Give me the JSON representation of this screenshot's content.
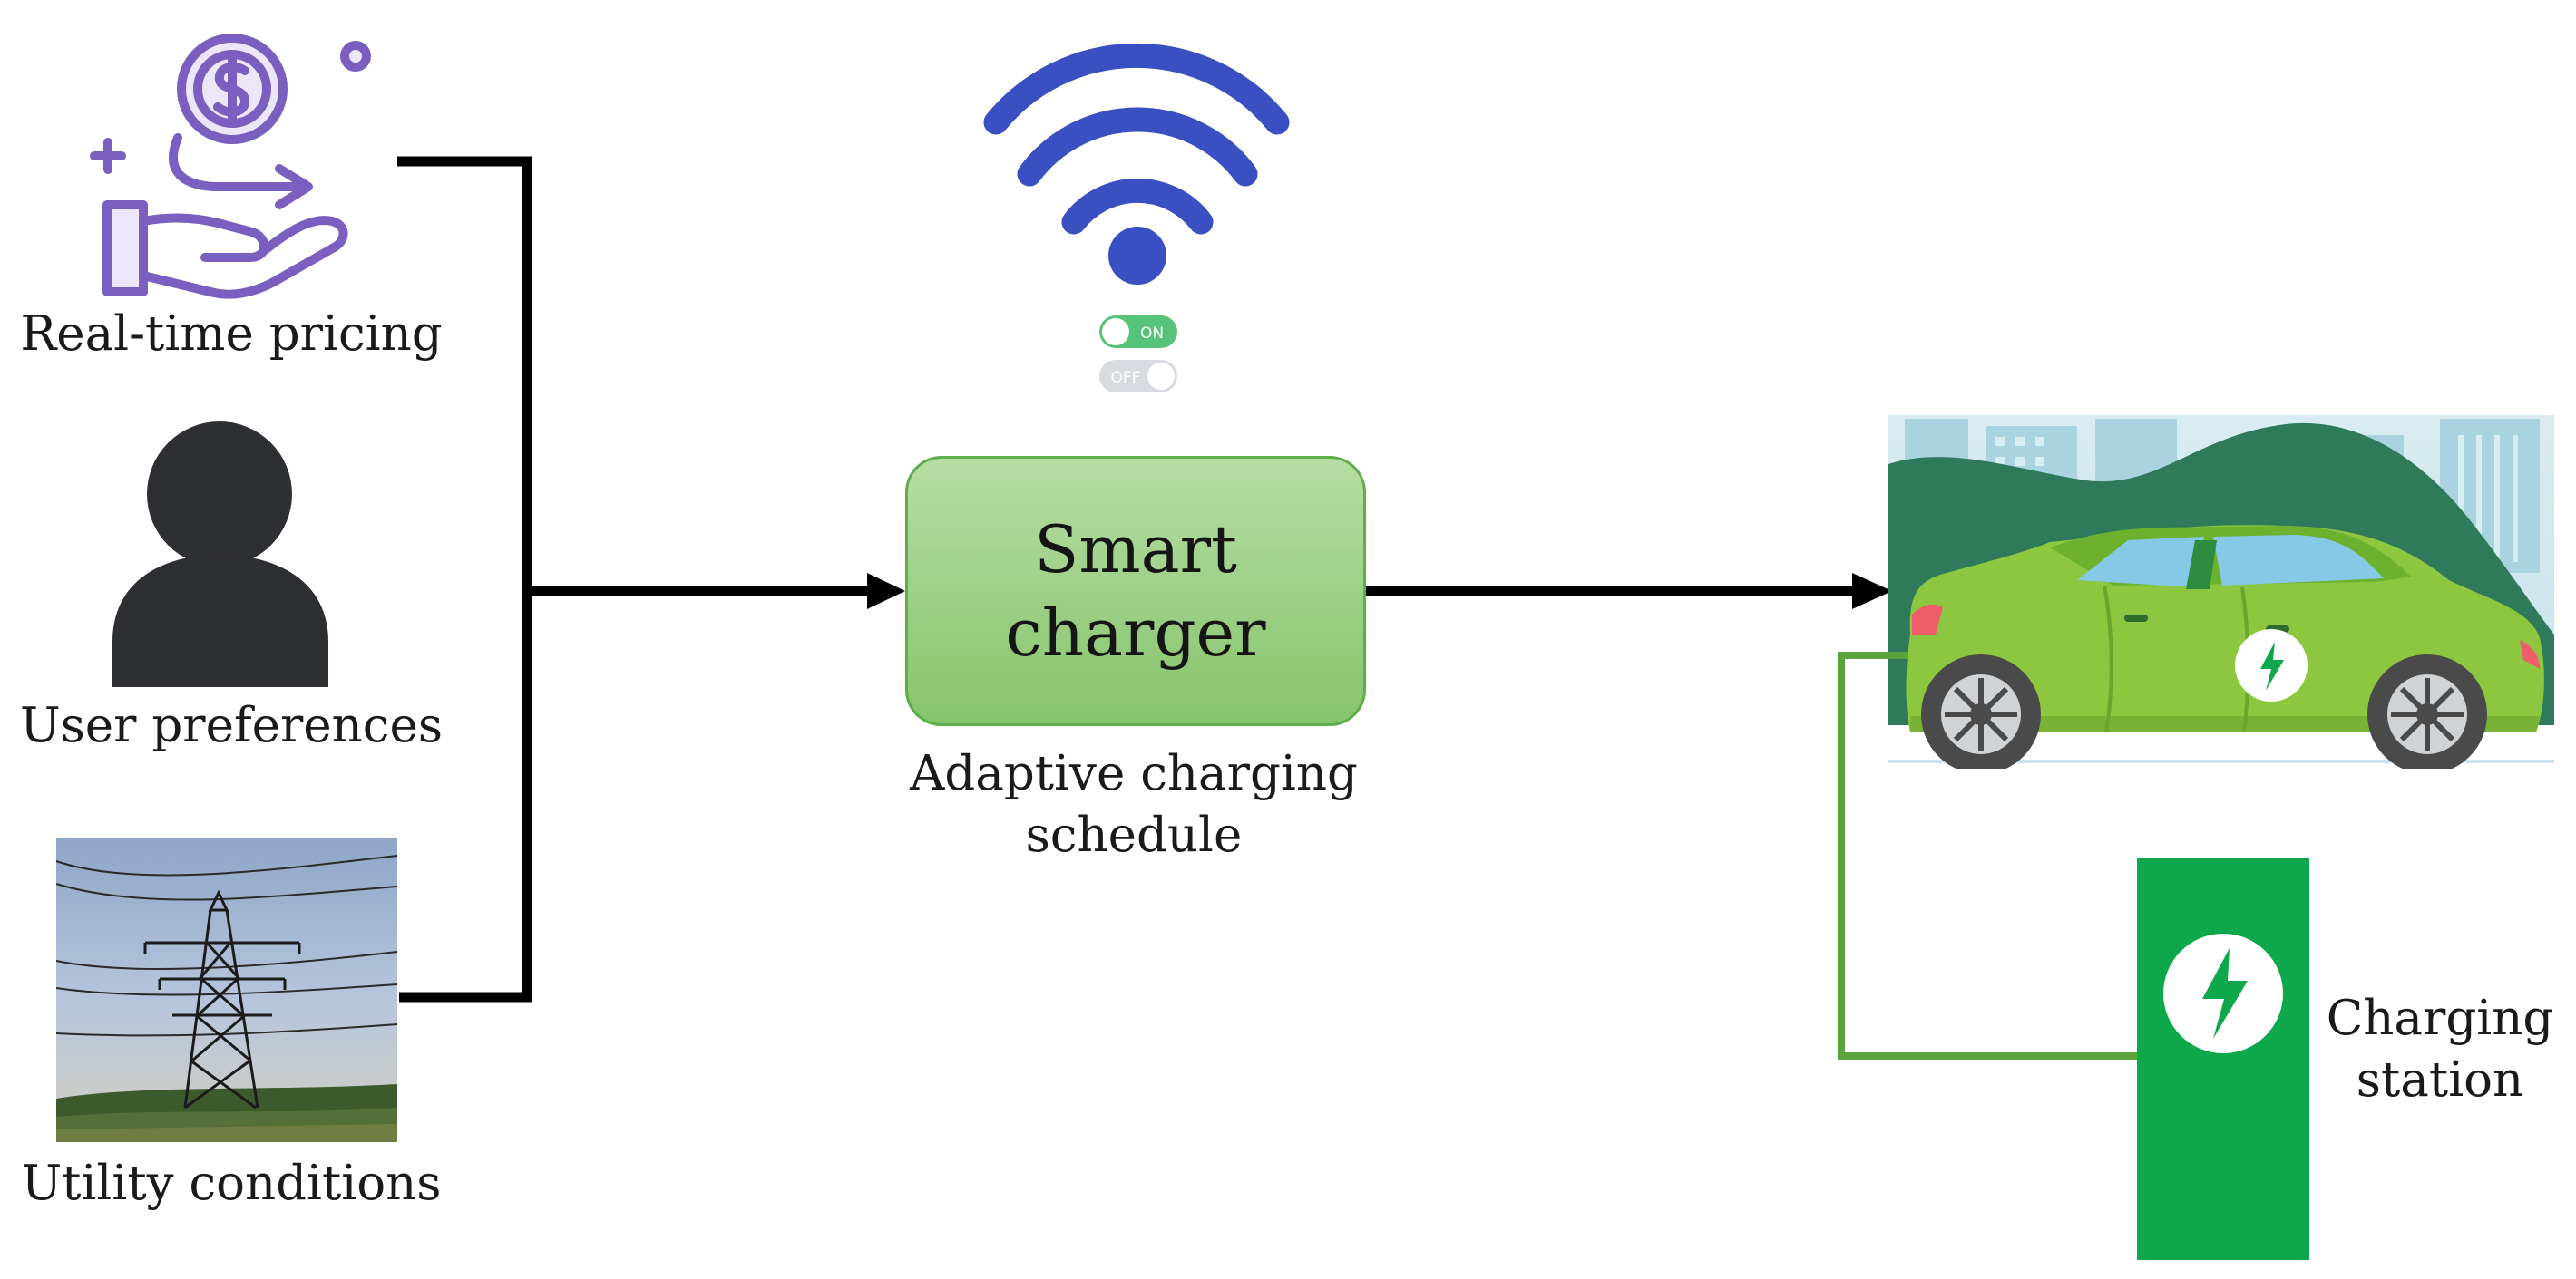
{
  "inputs": {
    "pricing_label": "Real-time pricing",
    "user_label": "User preferences",
    "utility_label": "Utility conditions"
  },
  "smart_charger": {
    "title": "Smart\ncharger",
    "caption": "Adaptive charging schedule"
  },
  "toggles": {
    "on_label": "ON",
    "off_label": "OFF"
  },
  "station": {
    "label": "Charging station"
  },
  "colors": {
    "wifi": "#3a4fc1",
    "charger_fill": "#9ccf85",
    "charger_border": "#5fae4a",
    "station": "#0ea84c",
    "cable": "#5aa33d",
    "car_body": "#8dc63f",
    "hill": "#2f7a5a",
    "pricing_icon": "#7b5fc0",
    "user_icon": "#2e2f33",
    "arrow": "#000000"
  },
  "icons": [
    "money-hand-icon",
    "person-icon",
    "power-pylon-photo",
    "wifi-icon",
    "toggle-on-icon",
    "toggle-off-icon",
    "electric-car-illustration",
    "lightning-icon"
  ]
}
